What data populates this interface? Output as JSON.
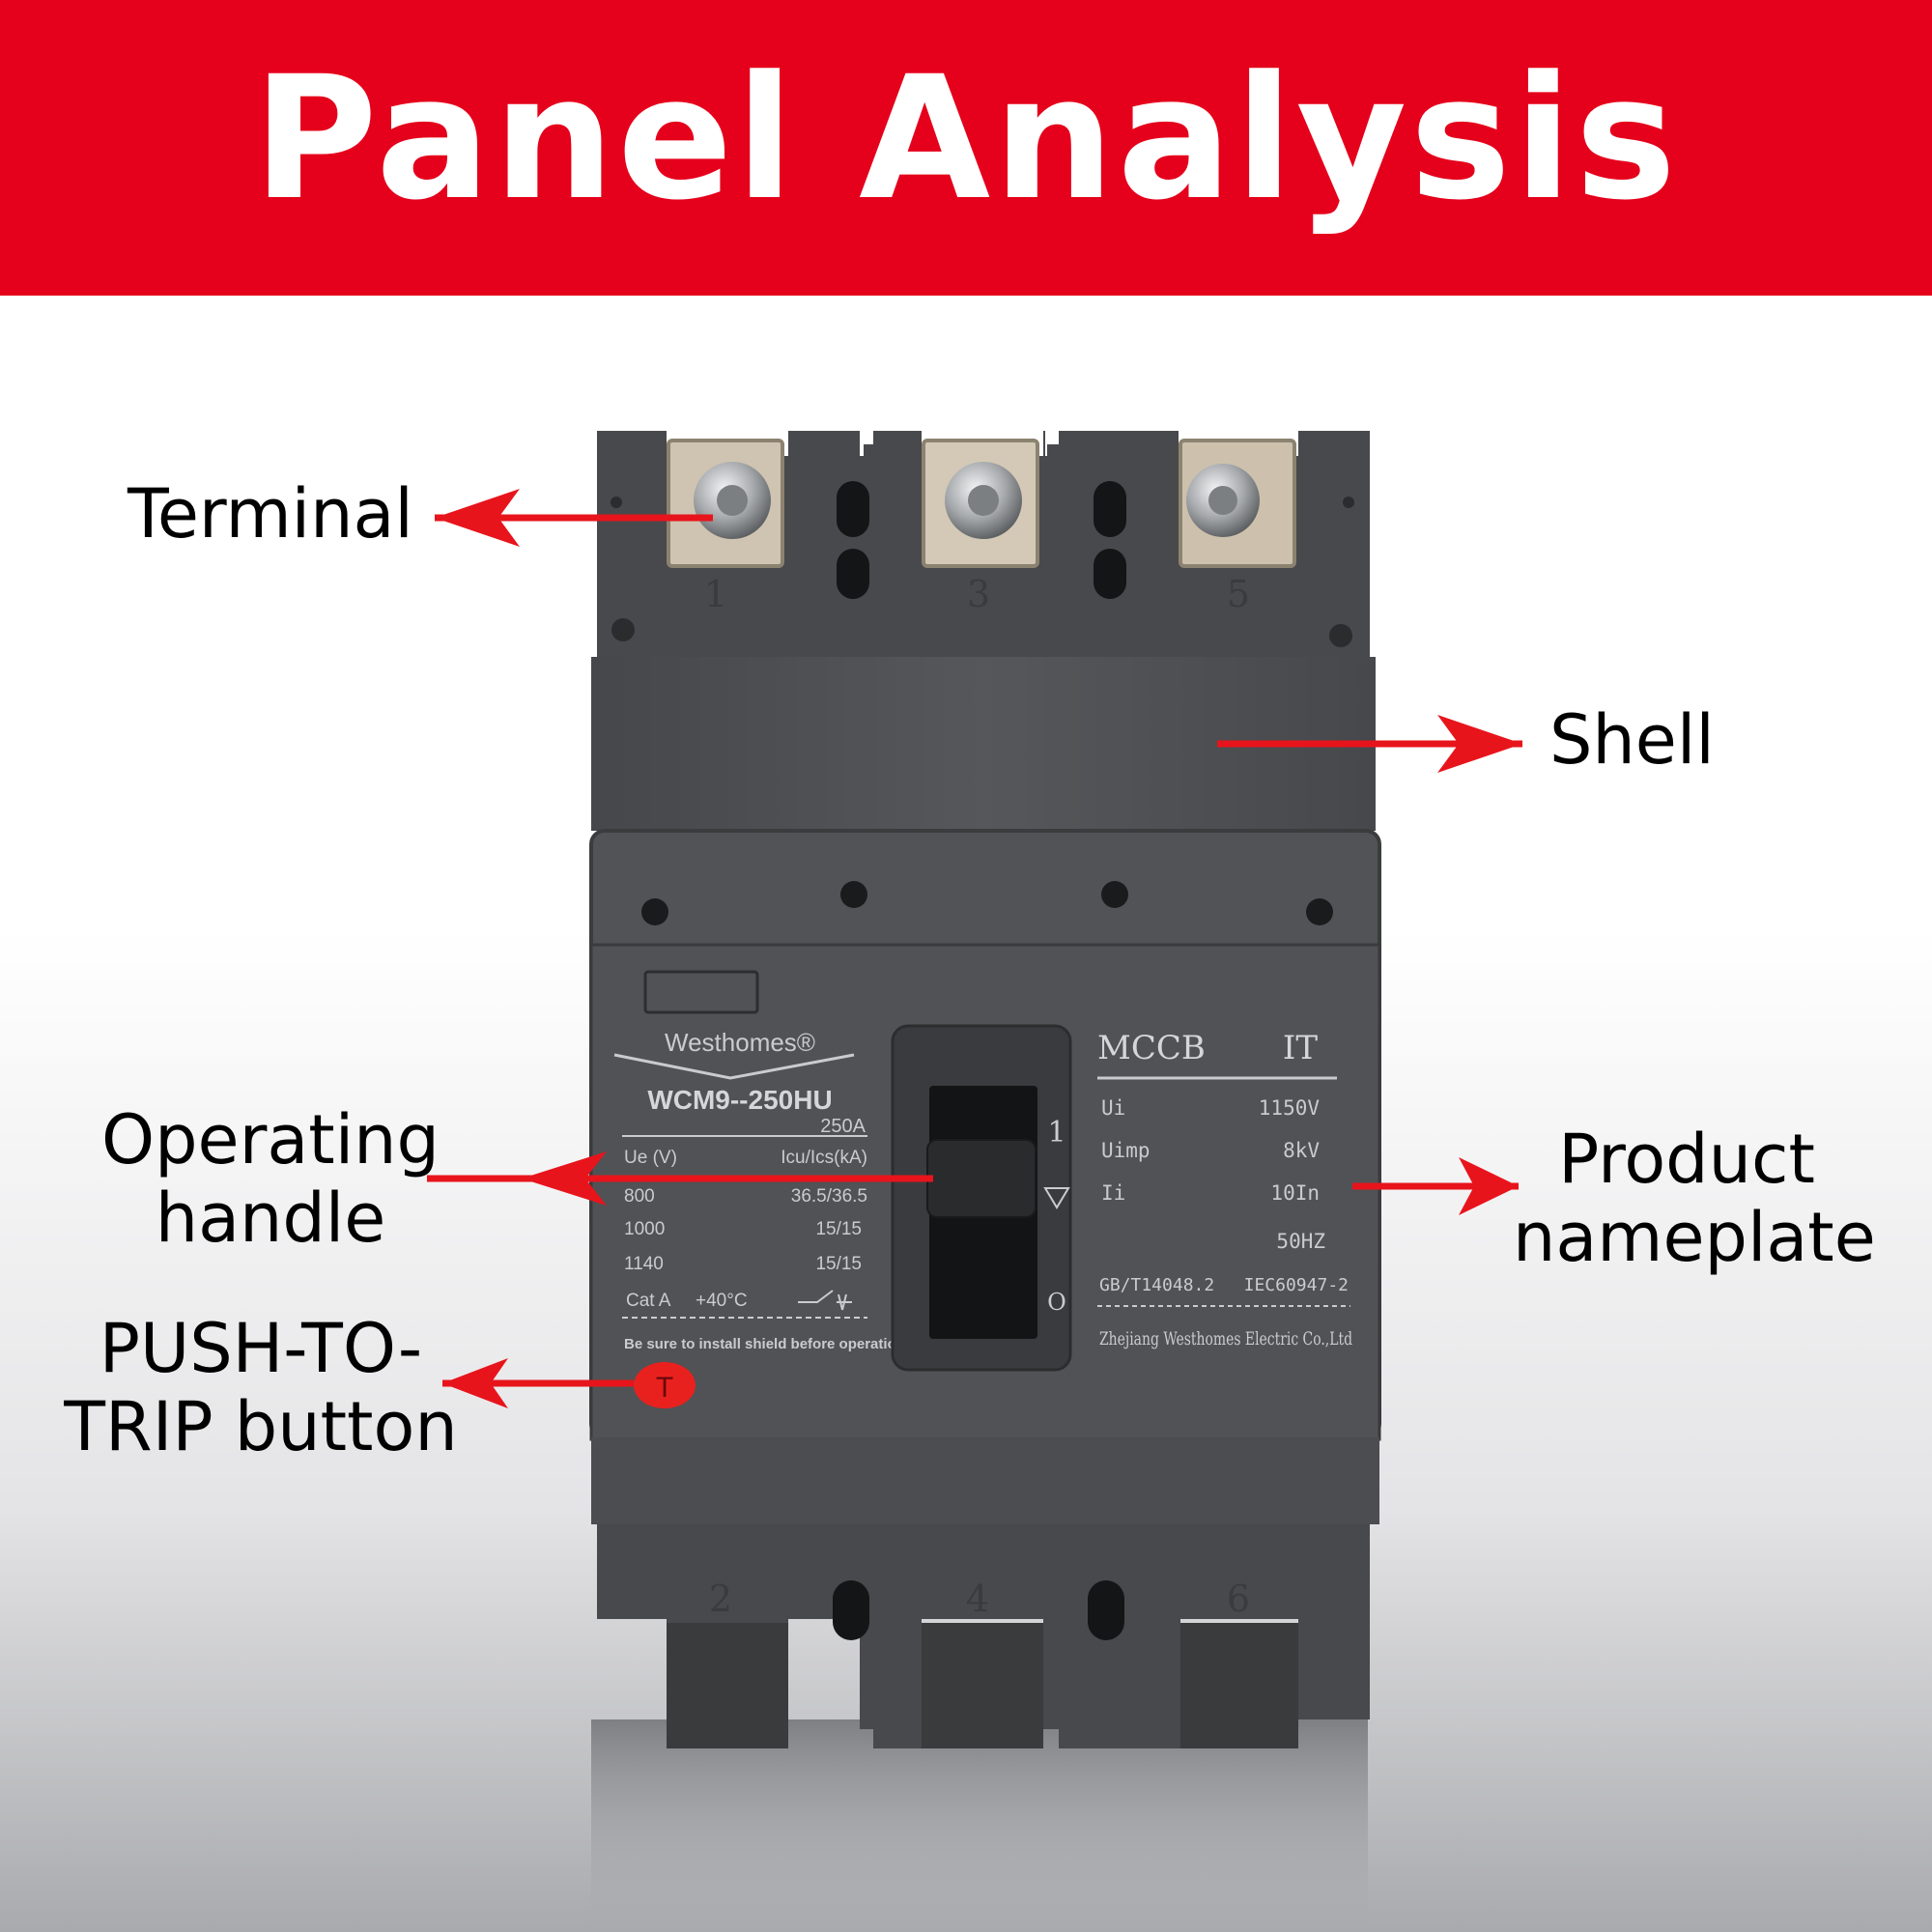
{
  "title": "Panel Analysis",
  "colors": {
    "banner": "#e5001b",
    "arrow": "#e8141c",
    "body": "#505255",
    "body_dark": "#3f4144",
    "nameplate_text": "#c9cbcd",
    "trip_button": "#e8211e"
  },
  "callouts": {
    "terminal": "Terminal",
    "shell": "Shell",
    "operating_handle": [
      "Operating",
      "handle"
    ],
    "product_nameplate": [
      "Product",
      "nameplate"
    ],
    "push_to_trip": [
      "PUSH-TO-",
      "TRIP button"
    ]
  },
  "breaker": {
    "top_poles": [
      "1",
      "3",
      "5"
    ],
    "bottom_poles": [
      "2",
      "4",
      "6"
    ],
    "brand": "Westhomes®",
    "model": "WCM9--250HU",
    "rating": "250A",
    "left_table": {
      "header": [
        "Ue (V)",
        "Icu/Ics(kA)"
      ],
      "rows": [
        [
          "800",
          "36.5/36.5"
        ],
        [
          "1000",
          "15/15"
        ],
        [
          "1140",
          "15/15"
        ]
      ],
      "category": "Cat A",
      "temperature": "+40°C"
    },
    "warning": "Be sure to install shield before operation",
    "trip_label": "T",
    "handle_on_mark": "1",
    "handle_off_mark": "O",
    "right_header": [
      "MCCB",
      "IT"
    ],
    "specs": [
      [
        "Ui",
        "1150V"
      ],
      [
        "Uimp",
        "8kV"
      ],
      [
        "Ii",
        "10In"
      ],
      [
        "",
        "50HZ"
      ]
    ],
    "standards": [
      "GB/T14048.2",
      "IEC60947-2"
    ],
    "manufacturer": "Zhejiang Westhomes Electric Co.,Ltd"
  }
}
